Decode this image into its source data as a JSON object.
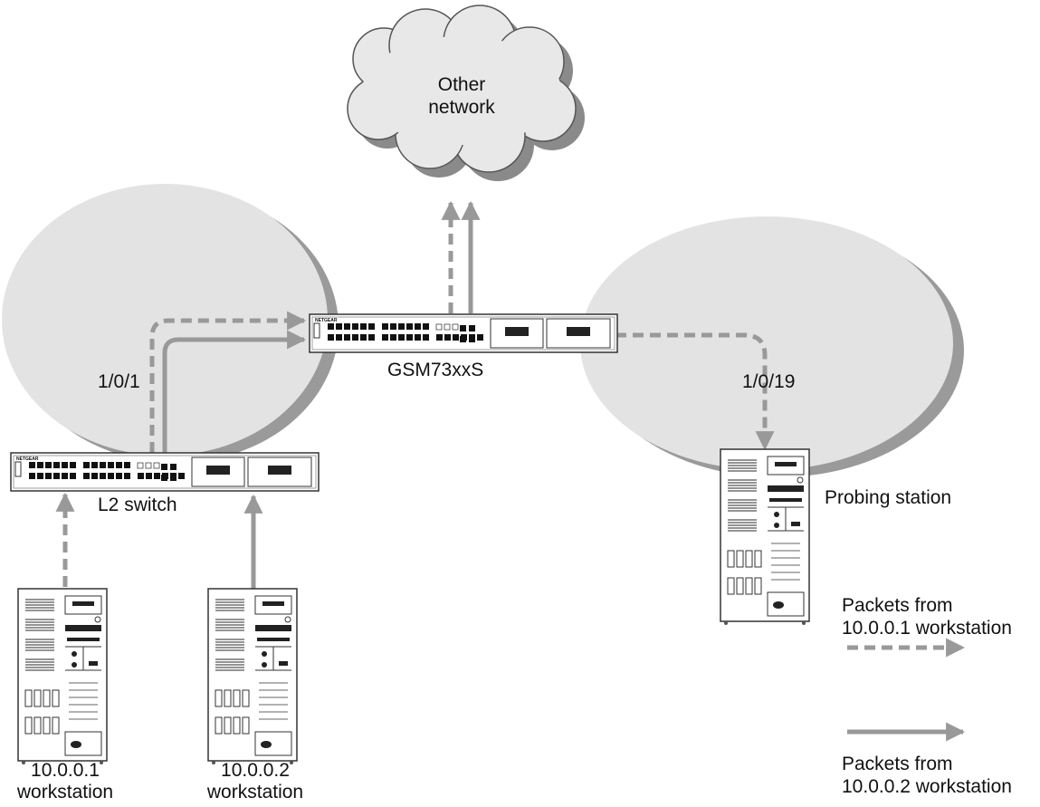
{
  "cloud": {
    "label_line1": "Other",
    "label_line2": "network"
  },
  "devices": {
    "core_switch": {
      "label": "GSM73xxS",
      "brand": "NETGEAR"
    },
    "l2_switch": {
      "label": "L2 switch",
      "brand": "NETGEAR"
    },
    "probe": {
      "label": "Probing station"
    },
    "ws1": {
      "label_line1": "10.0.0.1",
      "label_line2": "workstation"
    },
    "ws2": {
      "label_line1": "10.0.0.2",
      "label_line2": "workstation"
    }
  },
  "ports": {
    "uplink": "1/0/1",
    "mirror": "1/0/19"
  },
  "legend": {
    "dashed_line1": "Packets from",
    "dashed_line2": "10.0.0.1 workstation",
    "solid_line1": "Packets from",
    "solid_line2": "10.0.0.2 workstation"
  },
  "colors": {
    "arrow": "#999999",
    "ellipse": "#e3e3e3",
    "ellipse_shadow": "#9a9a9a",
    "cloud": "#e8e8e8"
  }
}
